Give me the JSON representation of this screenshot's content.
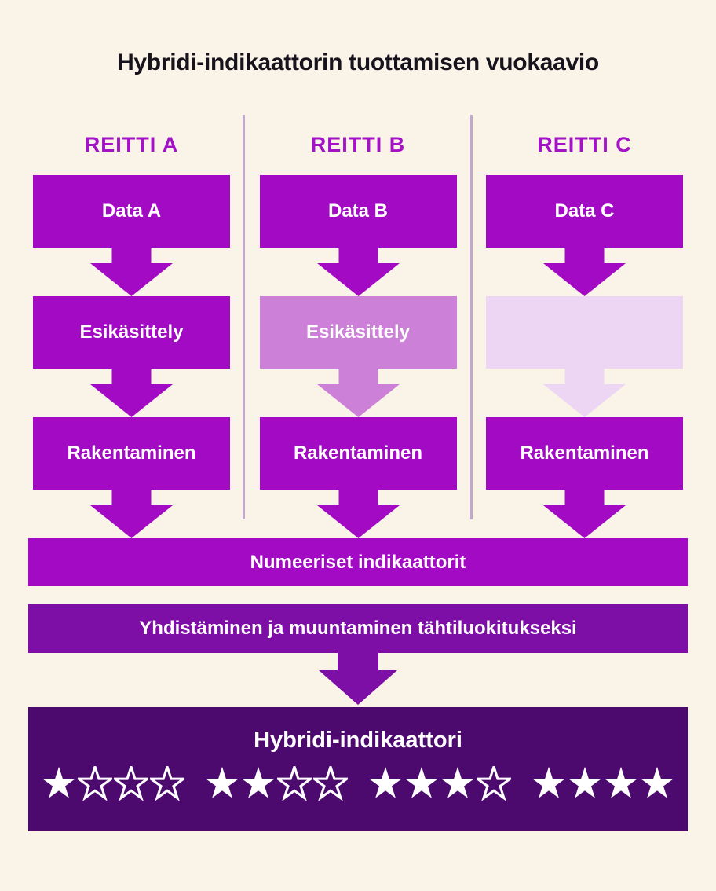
{
  "title": "Hybridi-indikaattorin tuottamisen vuokaavio",
  "colors": {
    "background": "#FAF3E8",
    "primary": "#A30AC4",
    "light": "#CD80D8",
    "lighter": "#EDD5F4",
    "medium_dark": "#7D0EA6",
    "dark": "#4D0A6E",
    "heading_text": "#A312C6",
    "divider": "#C2A7CE",
    "title_text": "#17131C",
    "box_text": "#FFFFFF"
  },
  "columns": [
    {
      "id": "A",
      "heading": "REITTI A",
      "steps": [
        {
          "label": "Data A",
          "tone": "primary"
        },
        {
          "label": "Esikäsittely",
          "tone": "primary"
        },
        {
          "label": "Rakentaminen",
          "tone": "primary"
        }
      ],
      "arrows": [
        "primary",
        "primary",
        "primary"
      ]
    },
    {
      "id": "B",
      "heading": "REITTI B",
      "steps": [
        {
          "label": "Data B",
          "tone": "primary"
        },
        {
          "label": "Esikäsittely",
          "tone": "light"
        },
        {
          "label": "Rakentaminen",
          "tone": "primary"
        }
      ],
      "arrows": [
        "primary",
        "light",
        "primary"
      ]
    },
    {
      "id": "C",
      "heading": "REITTI C",
      "steps": [
        {
          "label": "Data C",
          "tone": "primary"
        },
        {
          "label": "",
          "tone": "lighter"
        },
        {
          "label": "Rakentaminen",
          "tone": "primary"
        }
      ],
      "arrows": [
        "primary",
        "lighter",
        "primary"
      ]
    }
  ],
  "bands": [
    {
      "label": "Numeeriset indikaattorit",
      "tone": "primary"
    },
    {
      "label": "Yhdistäminen ja muuntaminen tähtiluokitukseksi",
      "tone": "medium_dark"
    }
  ],
  "final_arrow_tone": "medium_dark",
  "final": {
    "title": "Hybridi-indikaattori",
    "star_icon": "star-icon",
    "ratings": [
      {
        "filled": 1,
        "total": 4
      },
      {
        "filled": 2,
        "total": 4
      },
      {
        "filled": 3,
        "total": 4
      },
      {
        "filled": 4,
        "total": 4
      }
    ]
  }
}
